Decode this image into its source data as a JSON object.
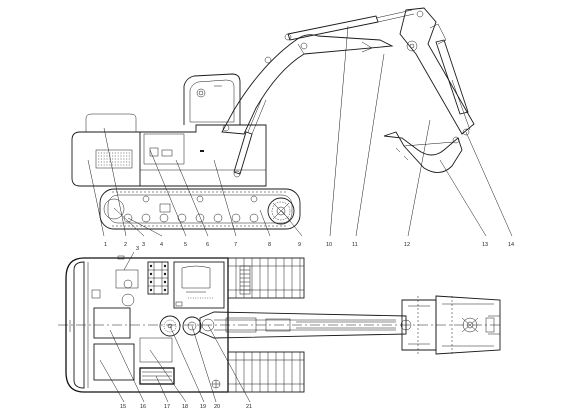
{
  "side_view": {
    "callouts": [
      "1",
      "2",
      "3",
      "4",
      "5",
      "6",
      "7",
      "8",
      "9",
      "10",
      "11",
      "12",
      "13",
      "14"
    ]
  },
  "top_view": {
    "callouts": [
      "15",
      "16",
      "17",
      "18",
      "19",
      "20",
      "21"
    ],
    "marker": "3"
  }
}
